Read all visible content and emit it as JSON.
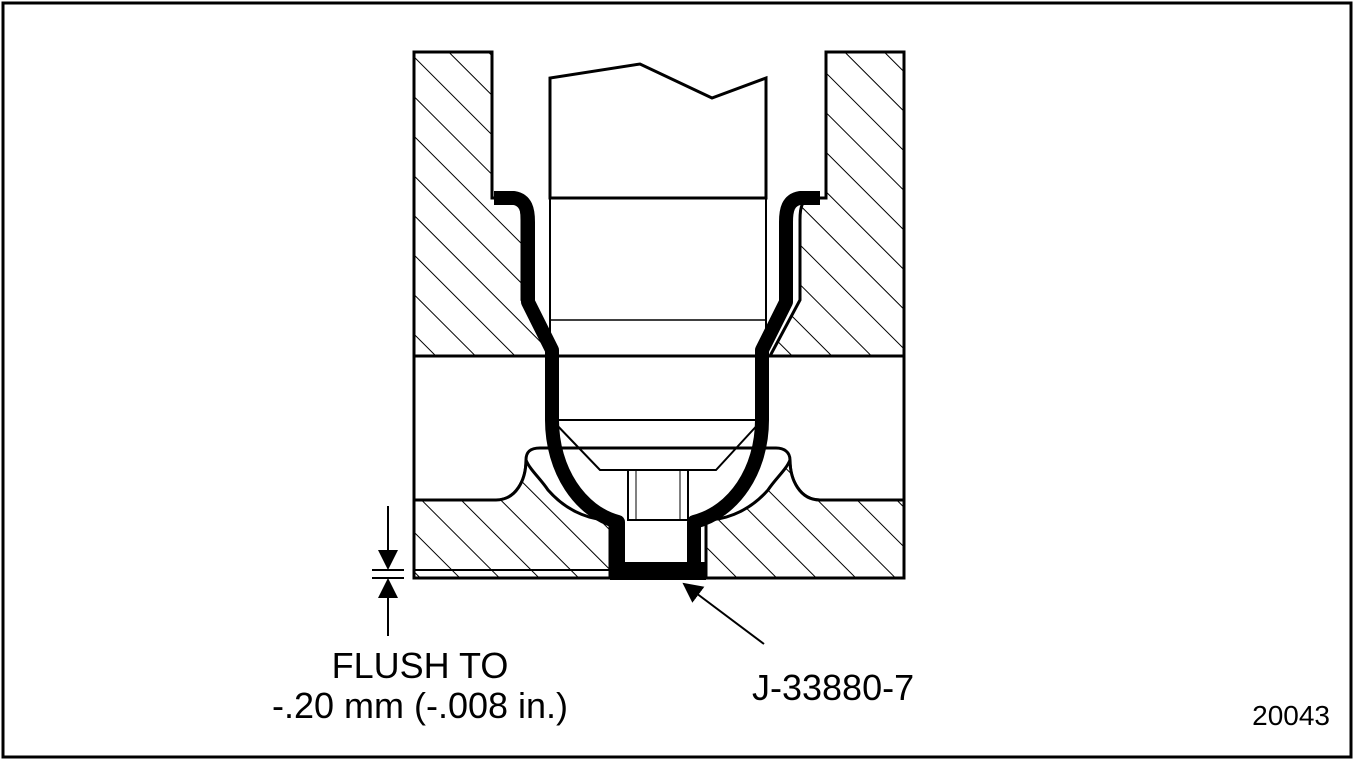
{
  "diagram": {
    "flush_line_1": "FLUSH TO",
    "flush_line_2": "-.20 mm (-.008 in.)",
    "part_number": "J-33880-7",
    "figure_number": "20043"
  },
  "colors": {
    "ink": "#000000",
    "paper": "#ffffff"
  }
}
